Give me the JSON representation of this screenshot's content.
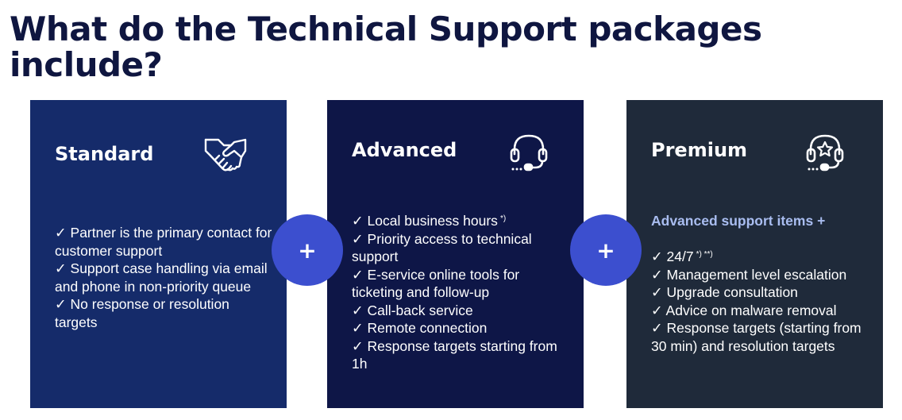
{
  "title": "What do the Technical Support packages include?",
  "colors": {
    "title": "#0f1640",
    "standard_bg": "#152b6a",
    "advanced_bg": "#0e1647",
    "premium_bg": "#1f2a3a",
    "plus_circle": "#3c4fcf",
    "subheading": "#a9bdf0"
  },
  "packages": [
    {
      "name": "Standard",
      "icon": "handshake-icon",
      "items": [
        "✓ Partner is the primary contact for customer support",
        "✓ Support case handling via email and phone in non-priority queue",
        "✓ No response or resolution targets"
      ]
    },
    {
      "name": "Advanced",
      "icon": "headset-icon",
      "items": [
        "✓ Local business hours",
        "✓ Priority access to technical support",
        "✓ E-service online tools for ticketing and follow-up",
        "✓ Call-back service",
        "✓ Remote connection",
        "✓ Response targets starting from 1h"
      ],
      "notes": [
        "*)"
      ]
    },
    {
      "name": "Premium",
      "icon": "headset-star-icon",
      "subheading": "Advanced support items +",
      "items": [
        "✓ 24/7",
        "✓ Management level escalation",
        "✓ Upgrade consultation",
        "✓ Advice on malware removal",
        "✓ Response targets (starting from 30 min) and resolution targets"
      ],
      "notes": [
        "*) **)"
      ]
    }
  ],
  "connectors": [
    "+",
    "+"
  ]
}
